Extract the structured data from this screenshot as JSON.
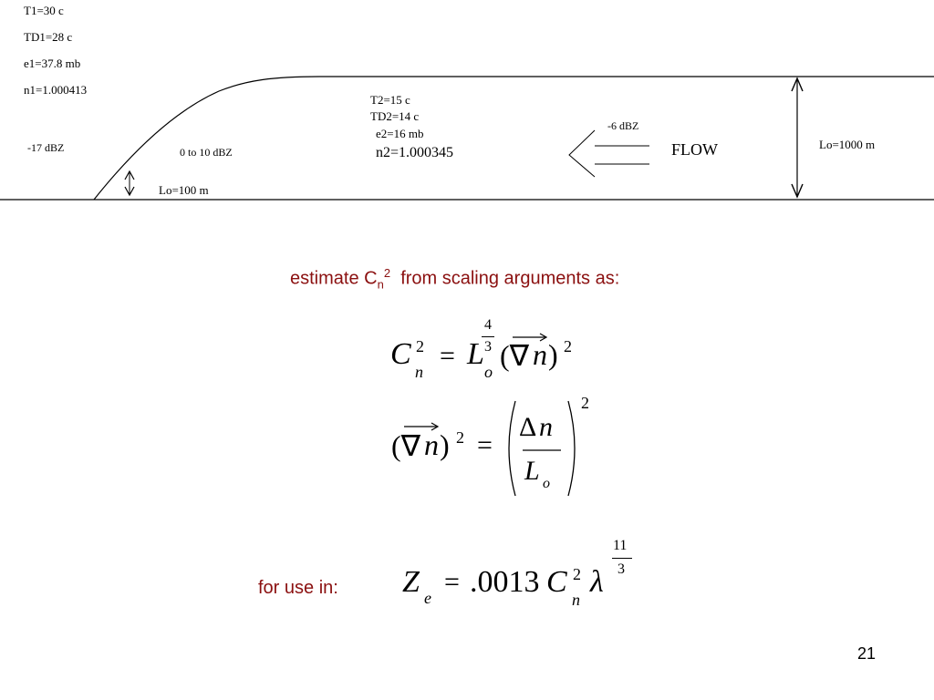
{
  "diagram": {
    "left_labels": [
      "T1=30 c",
      "TD1=28 c",
      "e1=37.8 mb",
      "n1=1.000413"
    ],
    "left_dbz": "-17 dBZ",
    "mid_dbz": "0 to 10 dBZ",
    "small_scale": "Lo=100 m",
    "right_labels": [
      "T2=15 c",
      "TD2=14 c",
      "e2=16 mb",
      "n2=1.000345"
    ],
    "flow_dbz": "-6 dBZ",
    "flow_label": "FLOW",
    "large_scale": "Lo=1000 m"
  },
  "caption": {
    "prefix": "estimate C",
    "sub": "n",
    "sup": "2",
    "suffix": "from scaling arguments as:"
  },
  "eq1": {
    "lhs_var": "C",
    "lhs_sub": "n",
    "lhs_sup": "2",
    "equals": "=",
    "L": "L",
    "L_sub": "o",
    "exp_num": "4",
    "exp_den": "3",
    "grad_open": "(∇",
    "grad_n": "n",
    "grad_close": ")",
    "grad_sup": "2"
  },
  "eq2": {
    "lhs_open": "(∇",
    "lhs_n": "n",
    "lhs_close": ")",
    "lhs_sup": "2",
    "equals": "=",
    "num_delta": "Δ",
    "num_n": "n",
    "den_L": "L",
    "den_sub": "o",
    "outer_sup": "2"
  },
  "use_label": "for use in:",
  "eq3": {
    "Z": "Z",
    "Z_sub": "e",
    "equals": "=",
    "coef": ".0013",
    "C": "C",
    "C_sub": "n",
    "C_sup": "2",
    "lambda": "λ",
    "exp_num": "11",
    "exp_den": "3"
  },
  "page_number": "21"
}
